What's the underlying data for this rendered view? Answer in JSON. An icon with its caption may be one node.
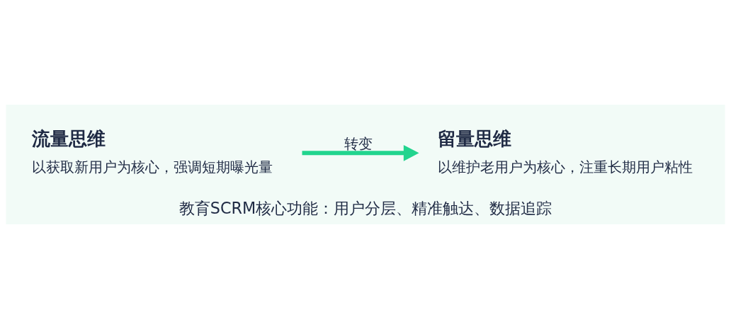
{
  "diagram": {
    "caption": "教育SCRM核心功能：用户分层、精准触达、数据追踪",
    "nodes": [
      {
        "text": [
          "流量思维",
          "以获取新用户为核心，强调短期曝光量"
        ]
      },
      {
        "text": [
          "留量思维",
          "以维护老用户为核心，注重长期用户粘性"
        ]
      }
    ],
    "edges": [
      {
        "from": 0,
        "to": 1,
        "arrow": "to",
        "label": "转变"
      }
    ]
  }
}
